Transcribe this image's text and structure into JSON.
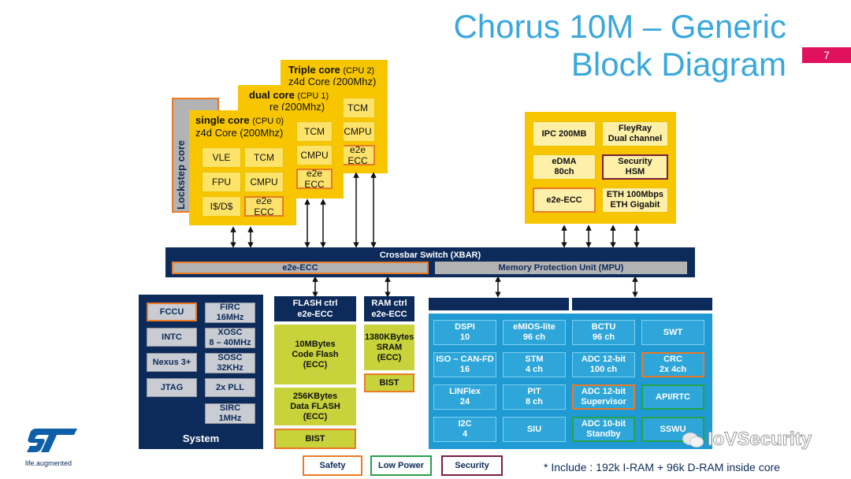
{
  "title_line1": "Chorus 10M – Generic",
  "title_line2": "Block Diagram",
  "page_number": "7",
  "cores": {
    "lockstep_label": "Lockstep core",
    "single": {
      "name": "single core",
      "cpu": "(CPU 0)",
      "sub": "z4d Core (200Mhz)",
      "vle": "VLE",
      "tcm": "TCM",
      "fpu": "FPU",
      "cmpu": "CMPU",
      "cache": "I$/D$",
      "ecc": "e2e ECC"
    },
    "dual": {
      "name": "dual core",
      "cpu": "(CPU 1)",
      "sub": "re (200Mhz)",
      "tcm": "TCM",
      "cmpu": "CMPU",
      "ecc": "e2e ECC"
    },
    "triple": {
      "name": "Triple core",
      "cpu": "(CPU 2)",
      "sub": "z4d Core (200Mhz)",
      "tcm": "TCM",
      "cmpu": "CMPU",
      "ecc": "e2e ECC"
    }
  },
  "periph_top": {
    "ipc": "IPC 200MB",
    "flexray": "FleyRay\nDual channel",
    "edma": "eDMA\n80ch",
    "hsm": "Security\nHSM",
    "ecc": "e2e-ECC",
    "eth": "ETH 100Mbps\nETH Gigabit"
  },
  "crossbar": {
    "label": "Crossbar Switch (XBAR)",
    "ecc": "e2e-ECC",
    "mpu": "Memory Protection Unit (MPU)"
  },
  "system": {
    "label": "System",
    "fccu": "FCCU",
    "firc": "FIRC\n16MHz",
    "intc": "INTC",
    "xosc": "XOSC\n8 – 40MHz",
    "nexus": "Nexus 3+",
    "sosc": "SOSC\n32KHz",
    "jtag": "JTAG",
    "pll": "2x PLL",
    "sirc": "SIRC\n1MHz"
  },
  "flash": {
    "header": "FLASH ctrl\ne2e-ECC",
    "code": "10MBytes\nCode Flash\n(ECC)",
    "data": "256KBytes\nData FLASH\n(ECC)",
    "bist": "BIST"
  },
  "ram": {
    "header": "RAM ctrl\ne2e-ECC",
    "sram": "1380KBytes\nSRAM\n(ECC)",
    "bist": "BIST"
  },
  "periph_bottom": {
    "dspi": "DSPI\n10",
    "emios": "eMIOS-lite\n96 ch",
    "bctu": "BCTU\n96 ch",
    "swt": "SWT",
    "can": "ISO – CAN-FD\n16",
    "stm": "STM\n4 ch",
    "adc12": "ADC 12-bit\n100 ch",
    "crc": "CRC\n2x 4ch",
    "linflex": "LINFlex\n24",
    "pit": "PIT\n8 ch",
    "adcsup": "ADC 12-bit\nSupervisor",
    "apirtc": "API/RTC",
    "i2c": "I2C\n4",
    "siu": "SIU",
    "adc10": "ADC 10-bit\nStandby",
    "sswu": "SSWU"
  },
  "legend": {
    "safety": "Safety",
    "lowpower": "Low Power",
    "security": "Security"
  },
  "colors": {
    "safety": "#e97a26",
    "lowpower": "#25a24a",
    "security": "#7a1f3a",
    "accent": "#3aa8dc",
    "navy": "#0d2b5a"
  },
  "footnote": "* Include : 192k I-RAM + 96k D-RAM inside core",
  "watermark": "IoVSecurity",
  "logo_tagline": "life.augmented"
}
